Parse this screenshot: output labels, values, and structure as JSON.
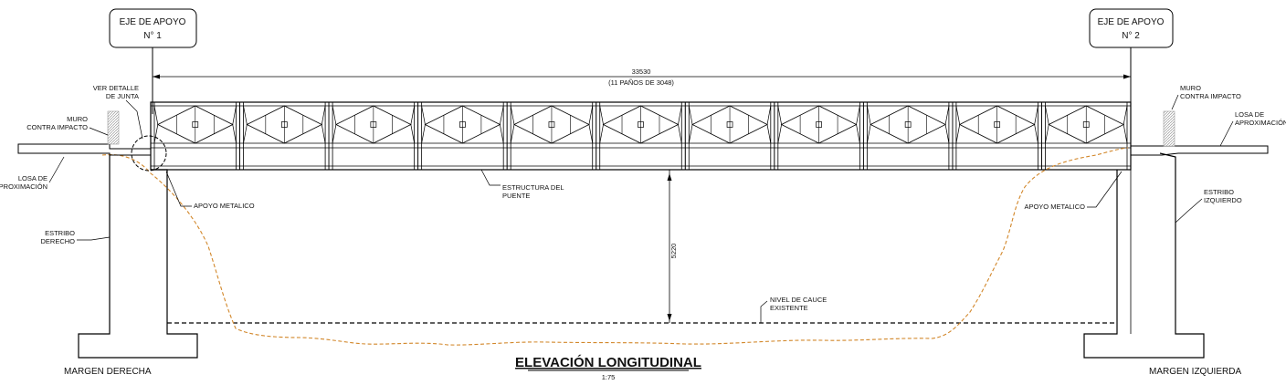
{
  "title": "ELEVACIÓN LONGITUDINAL",
  "scale": "1:75",
  "supports": [
    {
      "line1": "EJE DE APOYO",
      "line2": "N° 1"
    },
    {
      "line1": "EJE DE APOYO",
      "line2": "N° 2"
    }
  ],
  "dimensions": {
    "span": "33530",
    "span_detail": "(11 PAÑOS DE 3048)",
    "clearance": "5220"
  },
  "panel_count": 11,
  "labels": {
    "ver_detalle_1": "VER DETALLE",
    "ver_detalle_2": "DE JUNTA",
    "muro_left_1": "MURO",
    "muro_left_2": "CONTRA IMPACTO",
    "losa_left_1": "LOSA DE",
    "losa_left_2": "APROXIMACIÓN",
    "estribo_left_1": "ESTRIBO",
    "estribo_left_2": "DERECHO",
    "apoyo_left": "APOYO METALICO",
    "estructura_1": "ESTRUCTURA DEL",
    "estructura_2": "PUENTE",
    "nivel_1": "NIVEL DE CAUCE",
    "nivel_2": "EXISTENTE",
    "muro_right_1": "MURO",
    "muro_right_2": "CONTRA IMPACTO",
    "losa_right_1": "LOSA DE",
    "losa_right_2": "APROXIMACIÓN",
    "estribo_right_1": "ESTRIBO",
    "estribo_right_2": "IZQUIERDO",
    "apoyo_right": "APOYO METALICO",
    "margen_left": "MARGEN DERECHA",
    "margen_right": "MARGEN IZQUIERDA"
  },
  "colors": {
    "lines": "#000000",
    "terrain": "#d2872a",
    "wall_hatch": "#9a9a9a"
  }
}
